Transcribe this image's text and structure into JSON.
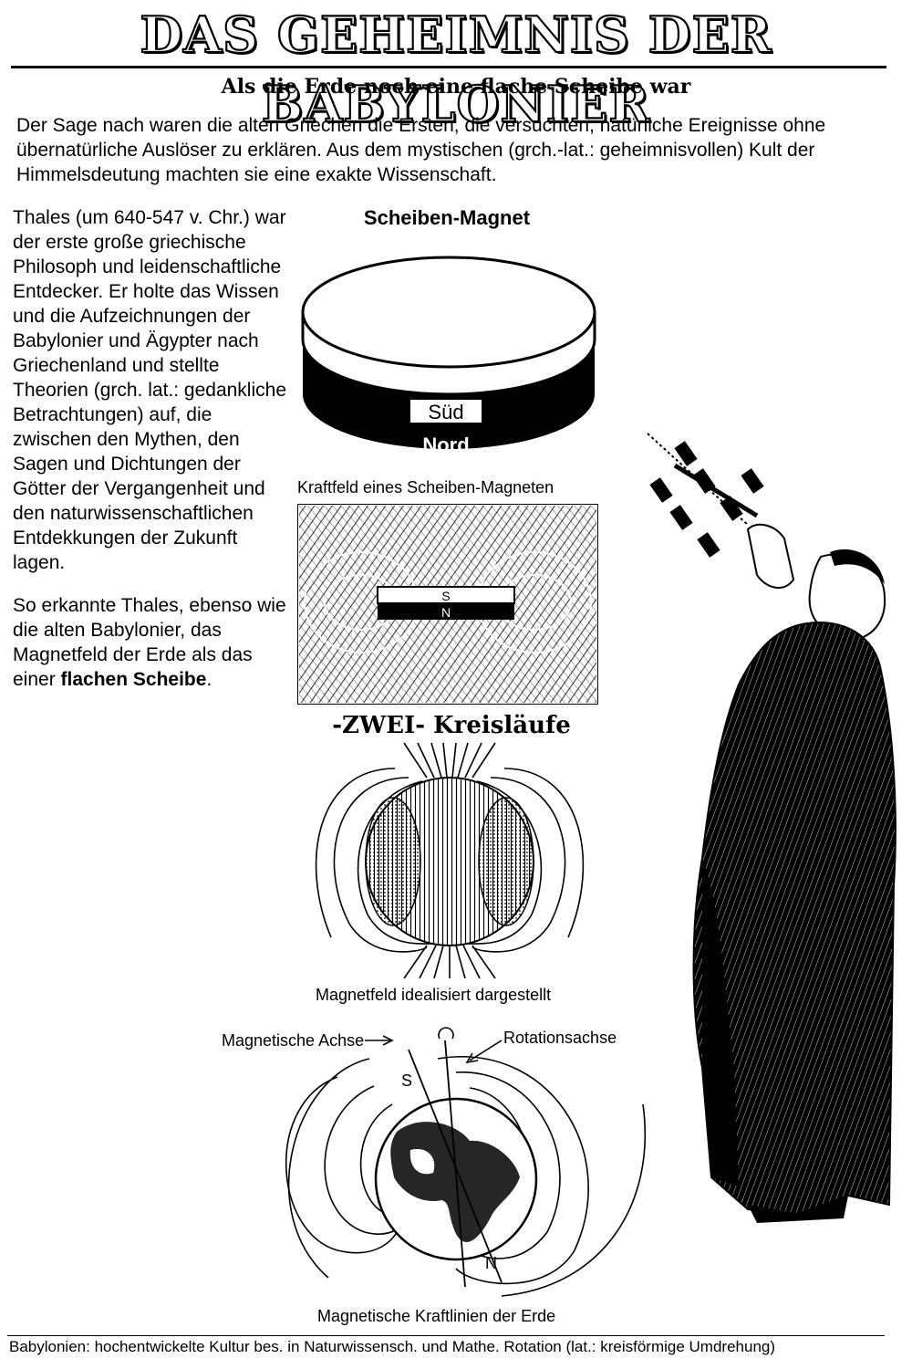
{
  "title": "DAS GEHEIMNIS DER BABYLONIER",
  "subtitle": "Als die Erde noch eine flache Scheibe war",
  "intro": "Der Sage nach waren die alten Griechen die Ersten, die versuchten, natürliche Ereignisse ohne übernatürliche Auslöser zu erklären. Aus dem mystischen (grch.-lat.: geheimnisvollen) Kult der Himmelsdeutung machten sie eine exakte Wissenschaft.",
  "left_column": {
    "paragraph1": "Thales (um 640-547 v. Chr.) war der erste große griechische Philosoph und leidenschaftliche Entdecker. Er holte das Wissen und die Aufzeichnungen der Babylonier und Ägypter nach Griechenland und stellte Theorien (grch. lat.: gedankliche Betrachtungen) auf, die zwischen den Mythen, den Sagen und Dichtungen der Götter der Vergangenheit und den naturwissenschaftlichen Entdekkungen der Zukunft lagen.",
    "paragraph2_start": "So erkannte Thales, ebenso wie die alten Babylonier, das Magnetfeld der Erde als das einer ",
    "paragraph2_bold": "flachen Scheibe",
    "paragraph2_end": "."
  },
  "disc_magnet": {
    "heading": "Scheiben-Magnet",
    "label_south": "Süd",
    "label_north": "Nord"
  },
  "field_panel": {
    "caption": "Kraftfeld eines Scheiben-Magneten",
    "bar_south": "S",
    "bar_north": "N"
  },
  "two_cycles": {
    "heading": "-ZWEI- Kreisläufe",
    "caption": "Magnetfeld idealisiert dargestellt"
  },
  "earth_field": {
    "label_magnetic_axis": "Magnetische Achse",
    "label_rotation_axis": "Rotationsachse",
    "pole_s": "S",
    "pole_n": "N",
    "caption": "Magnetische Kraftlinien der Erde"
  },
  "footer": "Babylonien: hochentwickelte Kultur bes. in Naturwissensch. und Mathe.  Rotation (lat.: kreisförmige Umdrehung)"
}
